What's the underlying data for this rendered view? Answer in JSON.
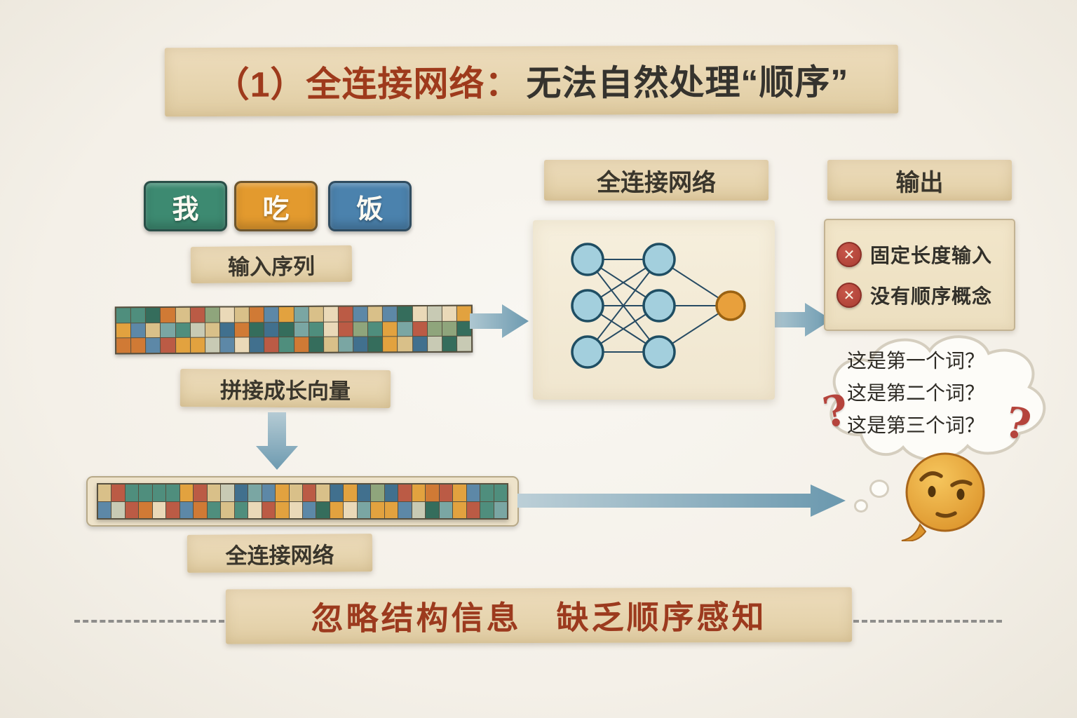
{
  "title": {
    "prefix": "（1）全连接网络：",
    "rest": "无法自然处理“顺序”"
  },
  "tokens": [
    {
      "label": "我",
      "color": "#3d8a71"
    },
    {
      "label": "吃",
      "color": "#e39a2e"
    },
    {
      "label": "饭",
      "color": "#4b82ad"
    }
  ],
  "labels": {
    "input_sequence": "输入序列",
    "concat_vector": "拼接成长向量",
    "fc_network_left": "全连接网络",
    "fc_network_top": "全连接网络",
    "output": "输出"
  },
  "issues": [
    {
      "icon": "x-circle-icon",
      "text": "固定长度输入"
    },
    {
      "icon": "x-circle-icon",
      "text": "没有顺序概念"
    }
  ],
  "thought_bubble": {
    "lines": [
      "这是第一个词？",
      "这是第二个词？",
      "这是第三个词？"
    ],
    "qmark": "?"
  },
  "bottom_banner": "忽略结构信息　缺乏顺序感知",
  "icons": {
    "x_mark": "✕",
    "emoji": "thinking-face"
  },
  "mosaic": {
    "palette": [
      "#4f8e7d",
      "#e2a23f",
      "#ead9b8",
      "#5d88a7",
      "#bb5b45",
      "#8fa57c",
      "#d9c089",
      "#41708e",
      "#d07a35",
      "#7aa6a3",
      "#c8cab4",
      "#356d5c"
    ],
    "strip1": {
      "rows": 3,
      "cols": 24,
      "seed": 7
    },
    "strip2": {
      "rows": 2,
      "cols": 30,
      "seed": 13
    }
  },
  "network": {
    "layers": [
      3,
      3
    ],
    "node_color": "#a3cfdd",
    "node_stroke": "#1f4e63",
    "output_color": "#e8a03c",
    "output_stroke": "#9a6212",
    "edge_color": "#274b63"
  },
  "colors": {
    "accent_red": "#9e3a1c",
    "banner_bg": "#e8d8b8",
    "arrow": "#7fa5b8",
    "error_red": "#b0453a"
  }
}
